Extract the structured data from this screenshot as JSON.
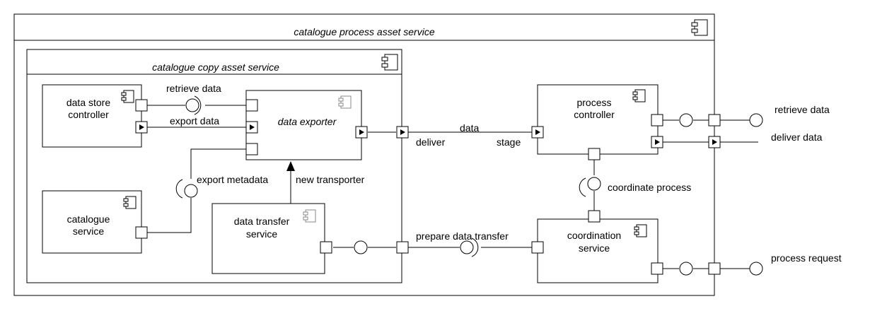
{
  "outer": {
    "title": "catalogue process asset service"
  },
  "inner": {
    "title": "catalogue copy asset service"
  },
  "components": {
    "data_store_controller": {
      "line1": "data store",
      "line2": "controller"
    },
    "catalogue_service": {
      "line1": "catalogue",
      "line2": "service"
    },
    "data_exporter": {
      "name": "data exporter"
    },
    "data_transfer_service": {
      "line1": "data transfer",
      "line2": "service"
    },
    "process_controller": {
      "line1": "process",
      "line2": "controller"
    },
    "coordination_service": {
      "line1": "coordination",
      "line2": "service"
    }
  },
  "labels": {
    "retrieve_data_inner": "retrieve data",
    "export_data": "export data",
    "export_metadata": "export metadata",
    "new_transporter": "new transporter",
    "data": "data",
    "deliver": "deliver",
    "stage": "stage",
    "prepare_data_transfer": "prepare data transfer",
    "coordinate_process": "coordinate process",
    "retrieve_data_outer": "retrieve data",
    "deliver_data": "deliver data",
    "process_request": "process request"
  }
}
